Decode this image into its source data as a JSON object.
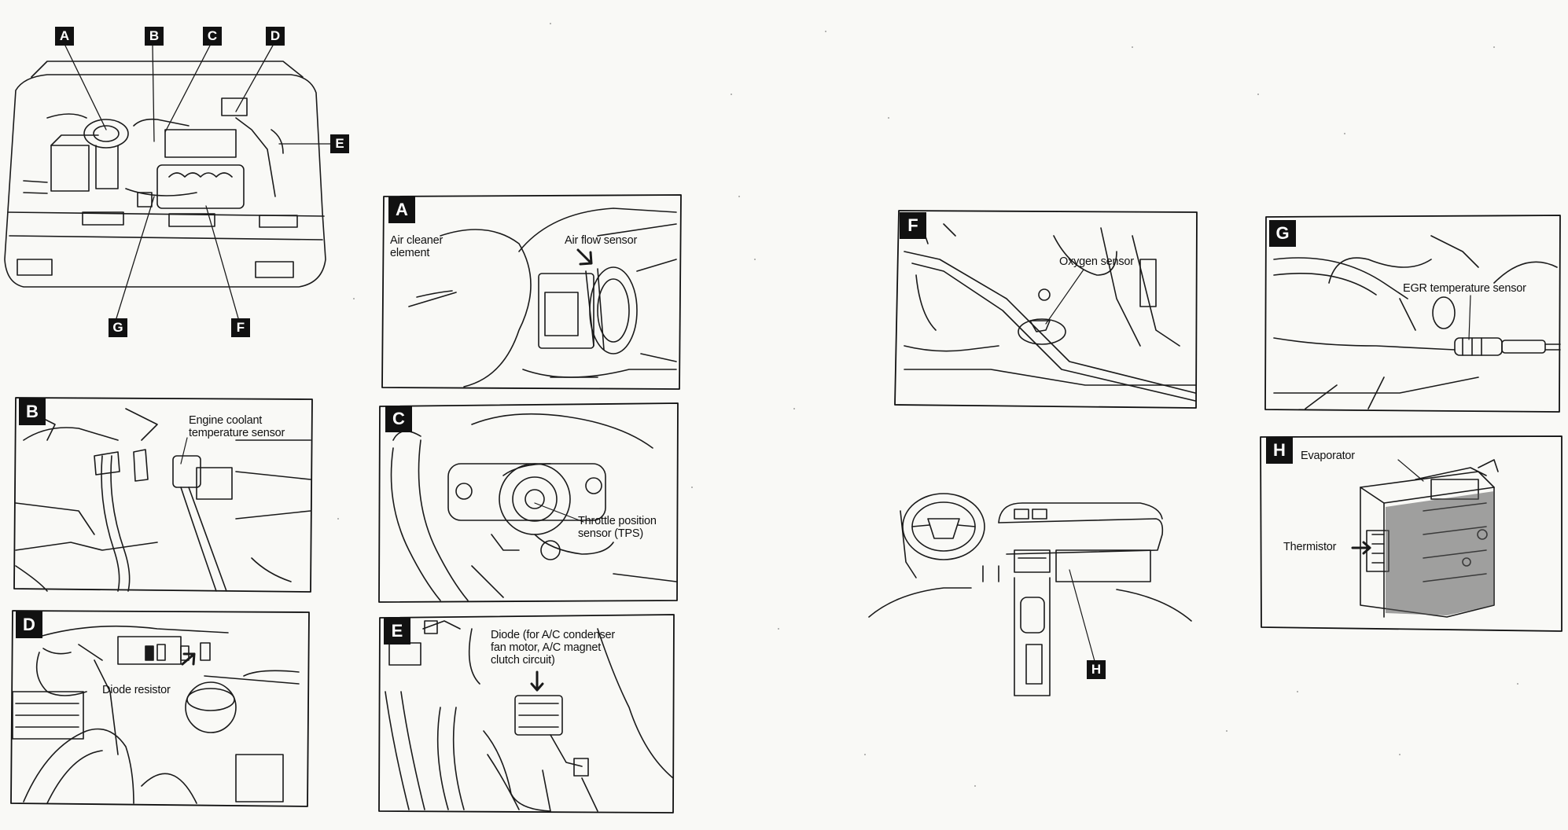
{
  "overview": {
    "markers": [
      "A",
      "B",
      "C",
      "D",
      "E",
      "F",
      "G"
    ]
  },
  "dash": {
    "marker": "H"
  },
  "panels": {
    "A": {
      "id": "A",
      "labels": {
        "air_cleaner": "Air cleaner\nelement",
        "air_flow": "Air flow sensor"
      }
    },
    "B": {
      "id": "B",
      "labels": {
        "coolant": "Engine coolant\ntemperature sensor"
      }
    },
    "C": {
      "id": "C",
      "labels": {
        "tps": "Throttle position\nsensor (TPS)"
      }
    },
    "D": {
      "id": "D",
      "labels": {
        "diode_resistor": "Diode resistor"
      }
    },
    "E": {
      "id": "E",
      "labels": {
        "diode": "Diode (for A/C condenser\nfan motor, A/C magnet\nclutch circuit)"
      }
    },
    "F": {
      "id": "F",
      "labels": {
        "oxygen": "Oxygen sensor"
      }
    },
    "G": {
      "id": "G",
      "labels": {
        "egr": "EGR temperature sensor"
      }
    },
    "H": {
      "id": "H",
      "labels": {
        "evaporator": "Evaporator",
        "thermistor": "Thermistor"
      }
    }
  }
}
